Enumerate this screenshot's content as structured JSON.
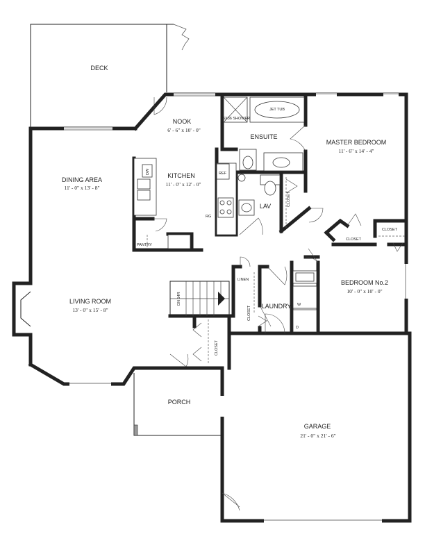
{
  "rooms": {
    "deck": {
      "name": "DECK"
    },
    "nook": {
      "name": "NOOK",
      "dims": "6' - 6\" x 10' - 0\""
    },
    "dining": {
      "name": "DINING AREA",
      "dims": "11' - 0\" x 13' - 8\""
    },
    "kitchen": {
      "name": "KITCHEN",
      "dims": "11' - 0\" x 12' - 0\""
    },
    "ensuite": {
      "name": "ENSUITE"
    },
    "master": {
      "name": "MASTER BEDROOM",
      "dims": "11' - 6\" x 14' - 4\""
    },
    "lav": {
      "name": "LAV"
    },
    "living": {
      "name": "LIVING ROOM",
      "dims": "13' - 0\" x 15' - 8\""
    },
    "laundry": {
      "name": "LAUNDRY"
    },
    "bedroom2": {
      "name": "BEDROOM No.2",
      "dims": "10' - 0\" x 10' - 0\""
    },
    "porch": {
      "name": "PORCH"
    },
    "garage": {
      "name": "GARAGE",
      "dims": "21' - 0\" x 21' - 6\""
    }
  },
  "labels": {
    "jet_tub": "JET TUB",
    "shower": "36X36 SHOWER",
    "dw": "DW",
    "ref": "REF",
    "rg": "RG",
    "pantry": "PANTRY",
    "closet": "CLOSET",
    "linen": "LINEN",
    "dn14r": "DN 14R",
    "w": "W",
    "d": "D"
  }
}
